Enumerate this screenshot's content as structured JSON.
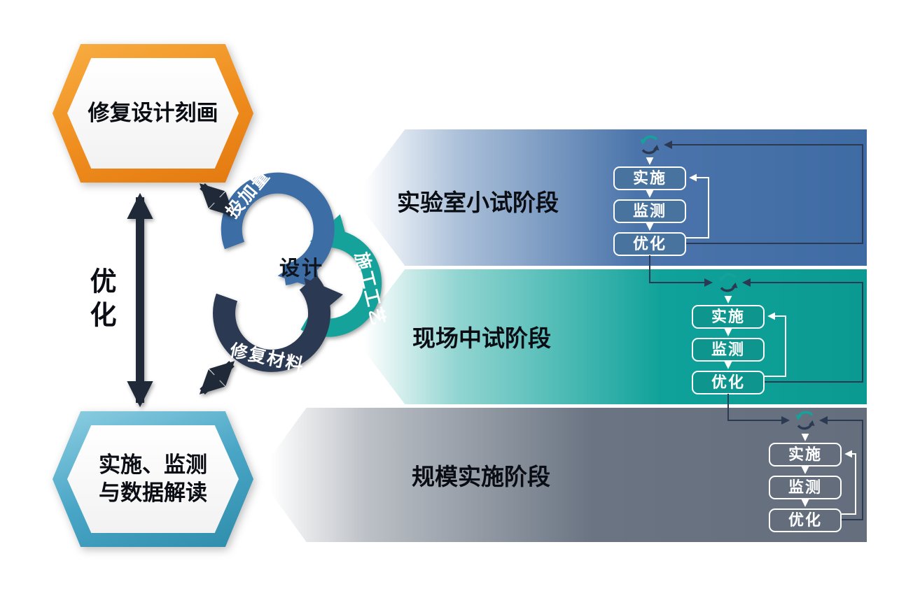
{
  "left_column": {
    "top_box_label": "修复设计刻画",
    "bottom_box_line1": "实施、监测",
    "bottom_box_line2": "与数据解读",
    "optimize_label": "优化"
  },
  "cycle": {
    "center_label": "设计",
    "arc_labels": {
      "blue": "投加量",
      "teal": "施工工艺",
      "navy": "修复材料"
    }
  },
  "stages": [
    {
      "label": "实验室小试阶段",
      "steps": [
        "实施",
        "监测",
        "优化"
      ]
    },
    {
      "label": "现场中试阶段",
      "steps": [
        "实施",
        "监测",
        "优化"
      ]
    },
    {
      "label": "规模实施阶段",
      "steps": [
        "实施",
        "监测",
        "优化"
      ]
    }
  ],
  "colors": {
    "band_blue": "#3f6ba4",
    "band_teal": "#0fa29a",
    "band_gray": "#6a7482",
    "ring_blue": "#3c6ea5",
    "ring_teal": "#15a29a",
    "ring_navy": "#2b3a52",
    "hex_orange": "#ef8c1e",
    "hex_teal": "#4aa6c6",
    "arrow_black": "#1f2937"
  }
}
